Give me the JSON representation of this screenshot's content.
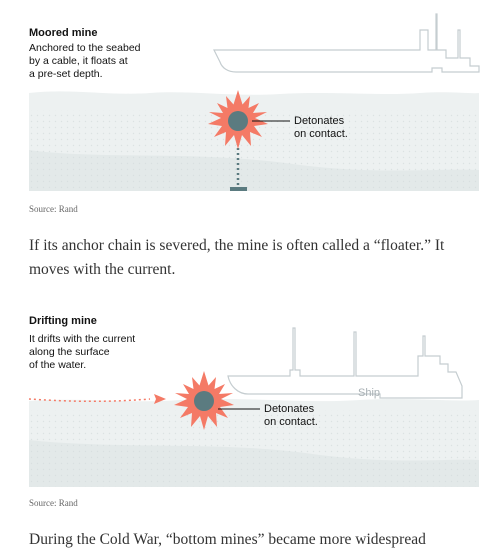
{
  "moored": {
    "title": "Moored mine",
    "description": [
      "Anchored to the seabed",
      "by a cable, it floats at",
      "a pre-set depth."
    ],
    "annotation": [
      "Detonates",
      "on contact."
    ],
    "source": "Source: Rand"
  },
  "paragraph1": "If its anchor chain is severed, the mine is often called a “floater.” It moves with the current.",
  "drifting": {
    "title": "Drifting mine",
    "description": [
      "It drifts with the current",
      "along the surface",
      "of the water."
    ],
    "annotation": [
      "Detonates",
      "on contact."
    ],
    "ship_label": "Ship",
    "source": "Source: Rand"
  },
  "paragraph2": "During the Cold War, “bottom mines” became more widespread",
  "colors": {
    "water": "#edf1f1",
    "water_deep": "#e3e9e9",
    "ship_line": "#c5cdd0",
    "burst": "#f47a66",
    "mine": "#5b7b80",
    "chain": "#5b7b80",
    "drift_arrow": "#f47a66"
  },
  "icons": [
    "starburst-icon",
    "mine-icon",
    "anchor-icon",
    "ship-icon",
    "drift-arrow-icon"
  ]
}
